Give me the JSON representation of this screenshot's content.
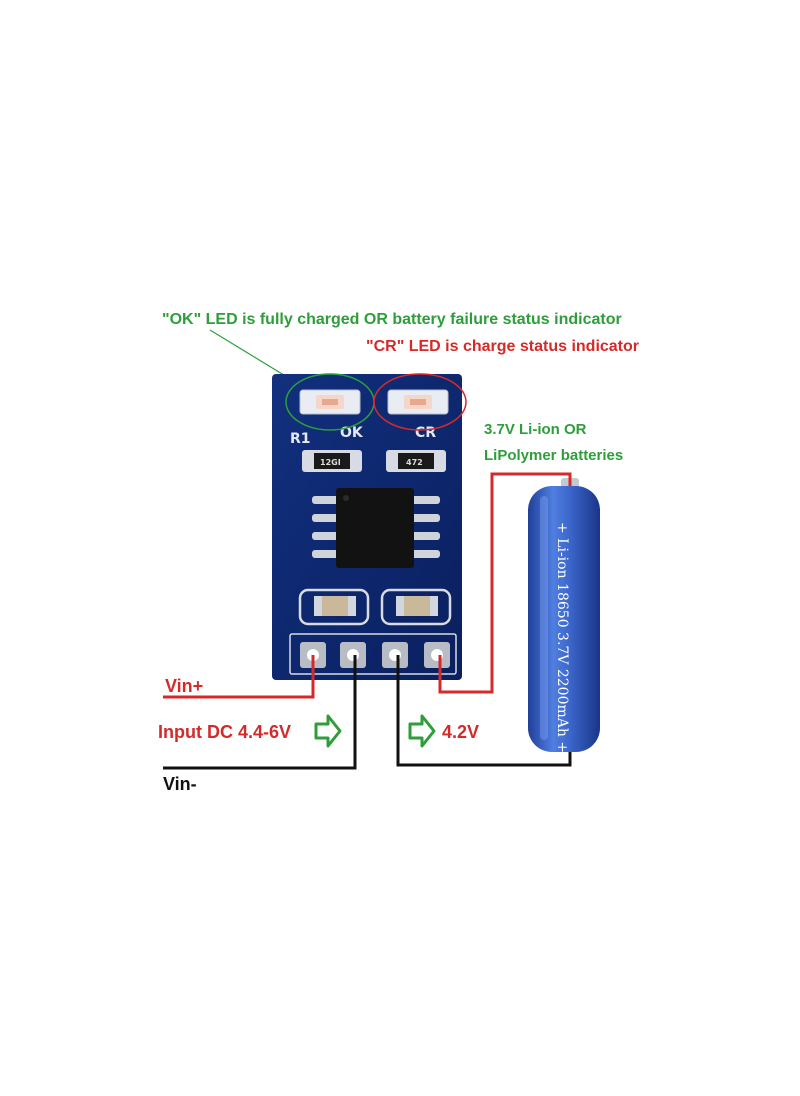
{
  "annotations": {
    "ok_led": "\"OK\" LED is fully charged OR battery failure status indicator",
    "cr_led": "\"CR\" LED is charge status indicator",
    "battery_line1": "3.7V Li-ion OR",
    "battery_line2": "LiPolymer batteries",
    "vin_plus": "Vin+",
    "input_dc": "Input DC 4.4-6V",
    "output_v": "4.2V",
    "vin_minus": "Vin-"
  },
  "board": {
    "ok_label": "OK",
    "cr_label": "CR",
    "r1_label": "R1",
    "res1_code": "12GI",
    "res2_code": "472"
  },
  "battery": {
    "label": "+ Li-ion 18650 3.7V 2200mAh +"
  },
  "colors": {
    "green_text": "#2e9e3a",
    "red_text": "#d42a2a",
    "pcb": "#0f2a7a",
    "battery": "#3a64c8"
  }
}
